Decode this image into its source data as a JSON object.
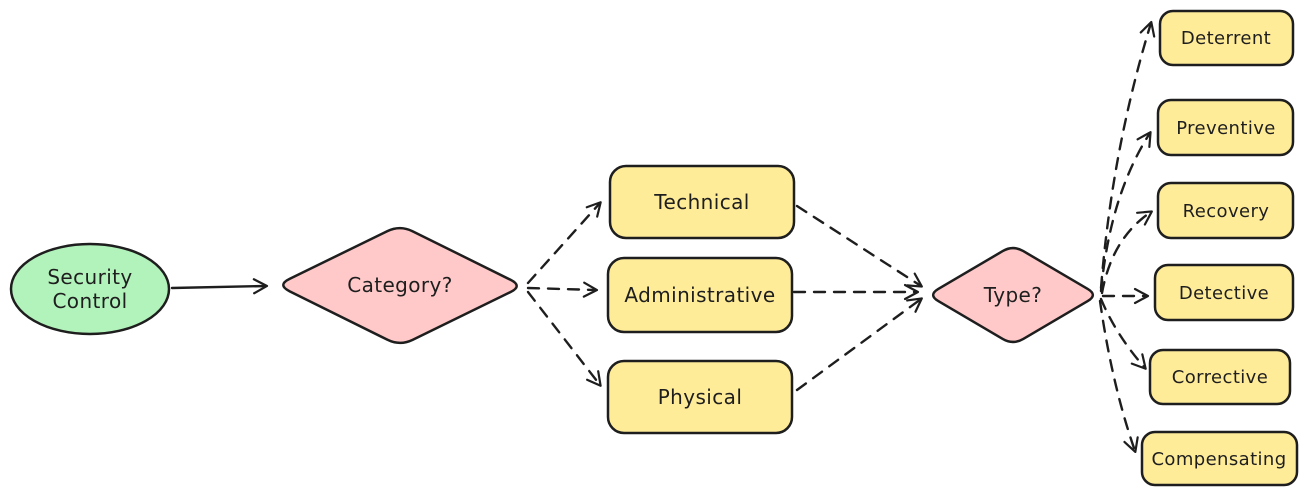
{
  "diagram": {
    "colors": {
      "background": "#ffffff",
      "stroke": "#1e1e1e",
      "text": "#1e1e1e",
      "green_fill": "#b2f2bb",
      "pink_fill": "#ffc9c9",
      "yellow_fill": "#ffec99"
    },
    "nodes": {
      "security_control": {
        "label": "Security Control",
        "lines": [
          "Security",
          "Control"
        ],
        "shape": "ellipse",
        "fill": "#b2f2bb"
      },
      "category": {
        "label": "Category?",
        "shape": "diamond",
        "fill": "#ffc9c9"
      },
      "technical": {
        "label": "Technical",
        "shape": "rounded-rect",
        "fill": "#ffec99"
      },
      "administrative": {
        "label": "Administrative",
        "shape": "rounded-rect",
        "fill": "#ffec99"
      },
      "physical": {
        "label": "Physical",
        "shape": "rounded-rect",
        "fill": "#ffec99"
      },
      "type": {
        "label": "Type?",
        "shape": "diamond",
        "fill": "#ffc9c9"
      },
      "deterrent": {
        "label": "Deterrent",
        "shape": "rounded-rect",
        "fill": "#ffec99"
      },
      "preventive": {
        "label": "Preventive",
        "shape": "rounded-rect",
        "fill": "#ffec99"
      },
      "recovery": {
        "label": "Recovery",
        "shape": "rounded-rect",
        "fill": "#ffec99"
      },
      "detective": {
        "label": "Detective",
        "shape": "rounded-rect",
        "fill": "#ffec99"
      },
      "corrective": {
        "label": "Corrective",
        "shape": "rounded-rect",
        "fill": "#ffec99"
      },
      "compensating": {
        "label": "Compensating",
        "shape": "rounded-rect",
        "fill": "#ffec99"
      }
    },
    "edges": [
      {
        "from": "Security Control",
        "to": "Category?",
        "style": "solid",
        "arrow": "end"
      },
      {
        "from": "Category?",
        "to": "Technical",
        "style": "dashed",
        "arrow": "end"
      },
      {
        "from": "Category?",
        "to": "Administrative",
        "style": "dashed",
        "arrow": "end"
      },
      {
        "from": "Category?",
        "to": "Physical",
        "style": "dashed",
        "arrow": "end"
      },
      {
        "from": "Technical",
        "to": "Type?",
        "style": "dashed",
        "arrow": "end"
      },
      {
        "from": "Administrative",
        "to": "Type?",
        "style": "dashed",
        "arrow": "end"
      },
      {
        "from": "Physical",
        "to": "Type?",
        "style": "dashed",
        "arrow": "end"
      },
      {
        "from": "Type?",
        "to": "Deterrent",
        "style": "dashed",
        "arrow": "end"
      },
      {
        "from": "Type?",
        "to": "Preventive",
        "style": "dashed",
        "arrow": "end"
      },
      {
        "from": "Type?",
        "to": "Recovery",
        "style": "dashed",
        "arrow": "end"
      },
      {
        "from": "Type?",
        "to": "Detective",
        "style": "dashed",
        "arrow": "end"
      },
      {
        "from": "Type?",
        "to": "Corrective",
        "style": "dashed",
        "arrow": "end"
      },
      {
        "from": "Type?",
        "to": "Compensating",
        "style": "dashed",
        "arrow": "end"
      }
    ]
  }
}
